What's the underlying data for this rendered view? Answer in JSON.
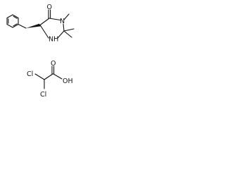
{
  "molecules": [
    {
      "labels": {
        "carbonyl_oxygen": "O",
        "ring_nitrogen_methyl": "N",
        "ring_nh": "NH"
      }
    },
    {
      "labels": {
        "chloro_upper": "Cl",
        "chloro_lower": "Cl",
        "carbonyl_oxygen": "O",
        "hydroxyl": "OH"
      }
    }
  ],
  "colors": {
    "stroke": "#111111",
    "background": "#ffffff"
  }
}
